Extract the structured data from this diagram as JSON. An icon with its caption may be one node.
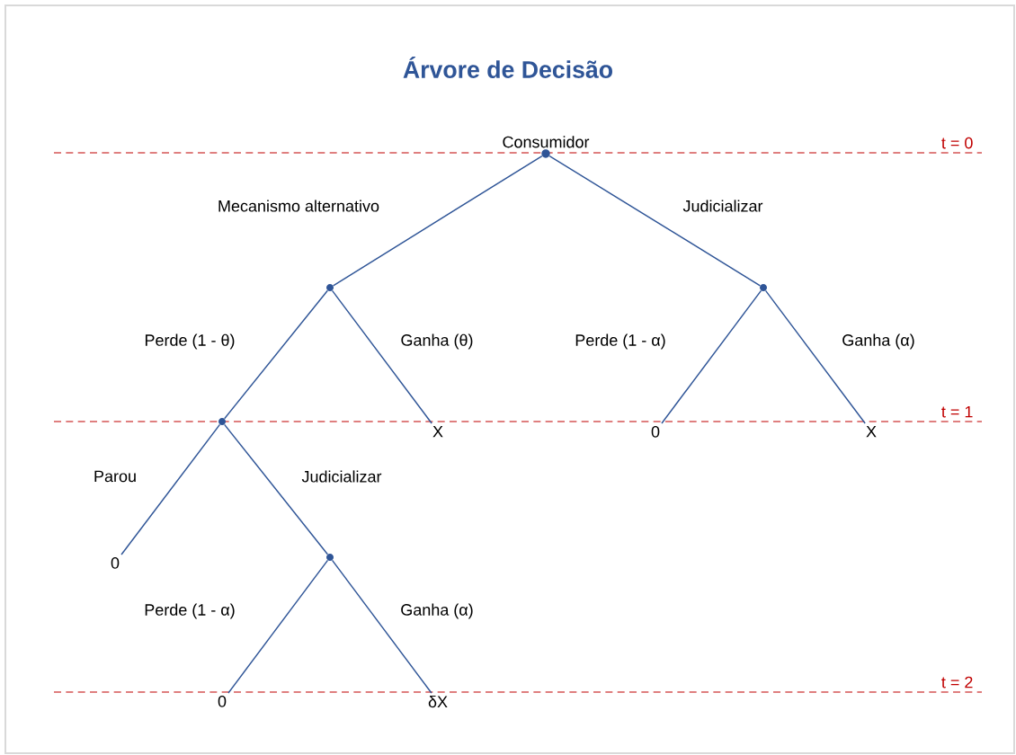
{
  "diagram": {
    "title": "Árvore de Decisão",
    "nodes": [
      {
        "text": [
          "Consumidor"
        ]
      },
      {
        "text": [],
        "shape": "circle"
      },
      {
        "text": [],
        "shape": "circle"
      },
      {
        "text": [],
        "shape": "circle"
      },
      {
        "text": [
          "X"
        ]
      },
      {
        "text": [
          "0"
        ]
      },
      {
        "text": [
          "X"
        ]
      },
      {
        "text": [
          "0"
        ]
      },
      {
        "text": [],
        "shape": "circle"
      },
      {
        "text": [
          "0"
        ]
      },
      {
        "text": [
          "δX"
        ]
      }
    ],
    "edges": [
      {
        "from": 0,
        "to": 1,
        "arrow": "none",
        "label": "Mecanismo alternativo"
      },
      {
        "from": 0,
        "to": 2,
        "arrow": "none",
        "label": "Judicializar"
      },
      {
        "from": 1,
        "to": 3,
        "arrow": "none",
        "label": "Perde (1 - θ)"
      },
      {
        "from": 1,
        "to": 4,
        "arrow": "none",
        "label": "Ganha (θ)"
      },
      {
        "from": 2,
        "to": 5,
        "arrow": "none",
        "label": "Perde (1 - α)"
      },
      {
        "from": 2,
        "to": 6,
        "arrow": "none",
        "label": "Ganha (α)"
      },
      {
        "from": 3,
        "to": 7,
        "arrow": "none",
        "label": "Parou"
      },
      {
        "from": 3,
        "to": 8,
        "arrow": "none",
        "label": "Judicializar"
      },
      {
        "from": 8,
        "to": 9,
        "arrow": "none",
        "label": "Perde (1 - α)"
      },
      {
        "from": 8,
        "to": 10,
        "arrow": "none",
        "label": "Ganha (α)"
      }
    ],
    "labels": [
      "t = 0",
      "t = 1",
      "t = 2"
    ]
  }
}
